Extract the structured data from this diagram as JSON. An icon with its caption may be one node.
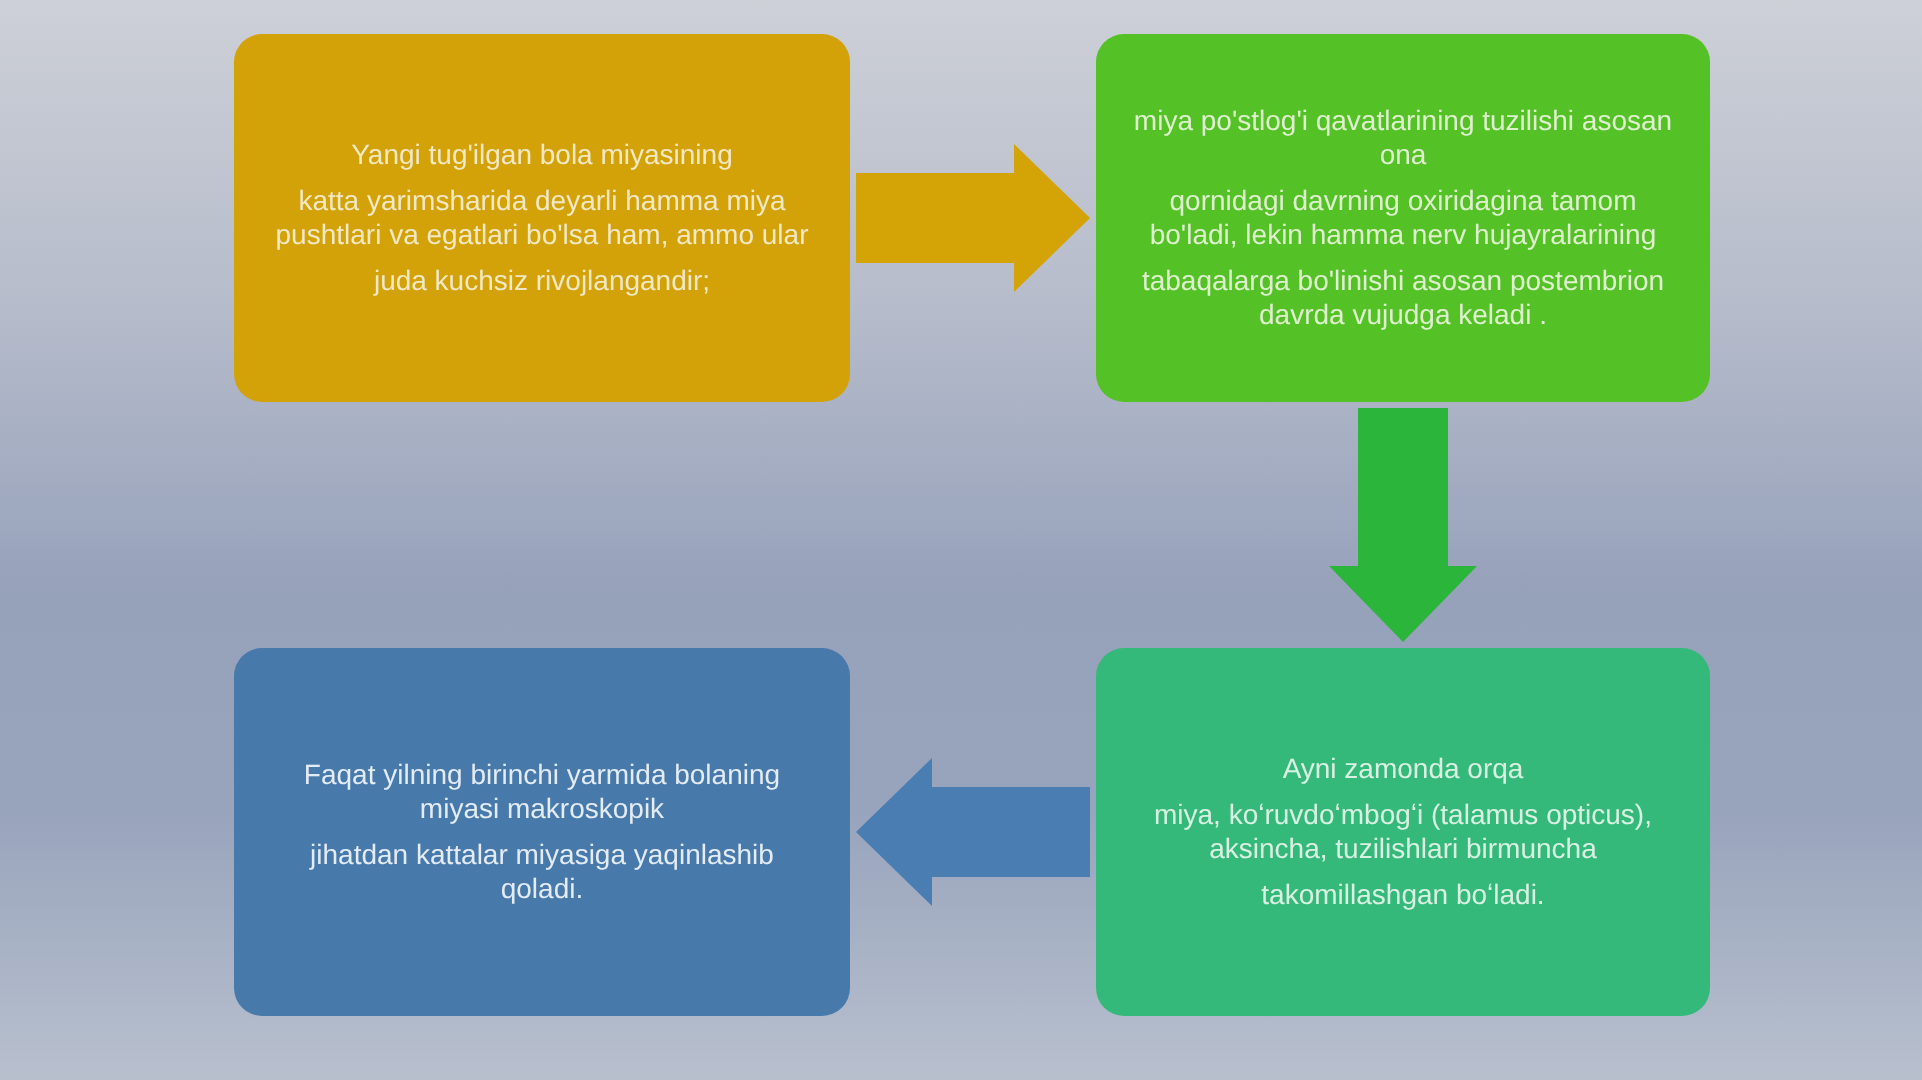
{
  "diagram": {
    "nodes": [
      {
        "text": [
          "Yangi tug'ilgan bola miyasining",
          "katta yarimsharida deyarli hamma miya pushtlari va egatlari bo'lsa ham, ammo ular",
          "juda kuchsiz rivojlangandir;"
        ]
      },
      {
        "text": [
          "miya po'stlog'i qavatlarining tuzilishi asosan ona",
          "qornidagi davrning oxiridagina tamom bo'ladi, lekin hamma nerv hujayralarining",
          "tabaqalarga bo'linishi asosan postembrion davrda vujudga keladi ."
        ]
      },
      {
        "text": [
          "Faqat yilning birinchi yarmida bolaning miyasi makroskopik",
          "jihatdan kattalar miyasiga yaqinlashib qoladi."
        ]
      },
      {
        "text": [
          "Ayni zamonda orqa",
          "miya, koʻruvdoʻmbogʻi (talamus opticus), aksincha, tuzilishlari birmuncha",
          "takomillashgan boʻladi."
        ]
      }
    ],
    "edges": [
      {
        "from": 0,
        "to": 1,
        "arrow": "to",
        "color": "#d4a306"
      },
      {
        "from": 1,
        "to": 3,
        "arrow": "to",
        "color": "#2bb53a"
      },
      {
        "from": 3,
        "to": 2,
        "arrow": "to",
        "color": "#4a7db2"
      }
    ]
  }
}
